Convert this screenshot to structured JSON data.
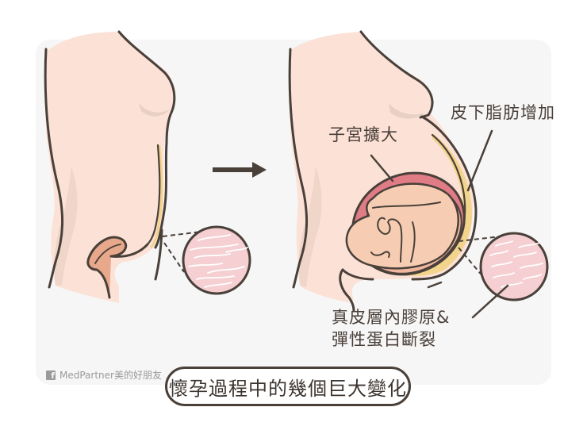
{
  "diagram": {
    "title": "懷孕過程中的幾個巨大變化",
    "credit": {
      "icon": "facebook-icon",
      "text": "MedPartner美的好朋友"
    },
    "figures": [
      {
        "id": "before",
        "description": "Non-pregnant torso side view with skin cross-section magnifier"
      },
      {
        "id": "after",
        "description": "Pregnant torso side view with enlarged uterus, fetus, and skin cross-section magnifier"
      }
    ],
    "arrow": {
      "icon": "right-arrow-icon",
      "meaning": "before → after"
    },
    "annotations": [
      {
        "label": "子宮擴大",
        "target": "uterus"
      },
      {
        "label": "皮下脂肪增加",
        "target": "subcutaneous-fat"
      },
      {
        "label_line1": "真皮層內膠原&",
        "label_line2": "彈性蛋白斷裂",
        "target": "skin-magnifier"
      }
    ],
    "colors": {
      "background": "#ffffff",
      "panel": "#f6f6f6",
      "skin": "#fbe1d6",
      "skin_shadow": "#ecd3c6",
      "outline": "#4a403a",
      "fat_layer": "#f3d48c",
      "uterus": "#df7c86",
      "amniotic": "#f0b7a0",
      "fetus": "#f6cdb3",
      "magnifier_fill": "#f5cfd2",
      "navel": "#e8a88c",
      "text": "#4a403a",
      "credit_text": "#9a9a9a"
    }
  }
}
